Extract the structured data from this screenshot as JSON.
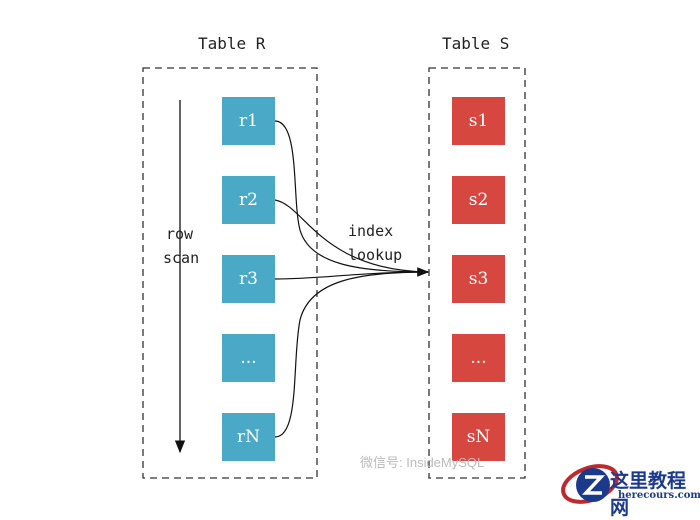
{
  "table_r": {
    "title": "Table R",
    "rows": [
      "r1",
      "r2",
      "r3",
      "...",
      "rN"
    ],
    "color": "#4aa9c6"
  },
  "table_s": {
    "title": "Table S",
    "rows": [
      "s1",
      "s2",
      "s3",
      "...",
      "sN"
    ],
    "color": "#d6473f"
  },
  "scan_label": [
    "row",
    "scan"
  ],
  "lookup_label": [
    "index",
    "lookup"
  ],
  "watermark": "微信号: InsideMySQL",
  "logo": {
    "title": "这里教程网",
    "url_text": "herecours.com"
  }
}
